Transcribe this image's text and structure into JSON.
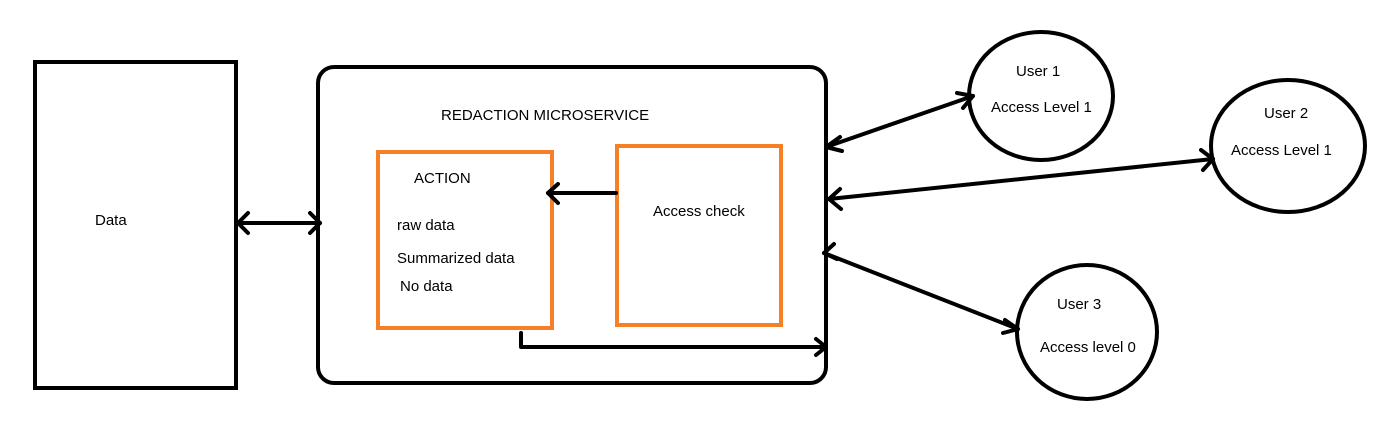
{
  "data_box": {
    "label": "Data"
  },
  "service": {
    "title": "REDACTION MICROSERVICE",
    "action": {
      "title": "ACTION",
      "items": [
        "raw data",
        "Summarized data",
        "No data"
      ]
    },
    "access_check": {
      "label": "Access check"
    }
  },
  "users": [
    {
      "name": "User 1",
      "access": "Access Level 1"
    },
    {
      "name": "User 2",
      "access": "Access Level 1"
    },
    {
      "name": "User 3",
      "access": "Access level 0"
    }
  ],
  "colors": {
    "stroke": "#000000",
    "accent": "#f58025",
    "background": "#ffffff"
  }
}
